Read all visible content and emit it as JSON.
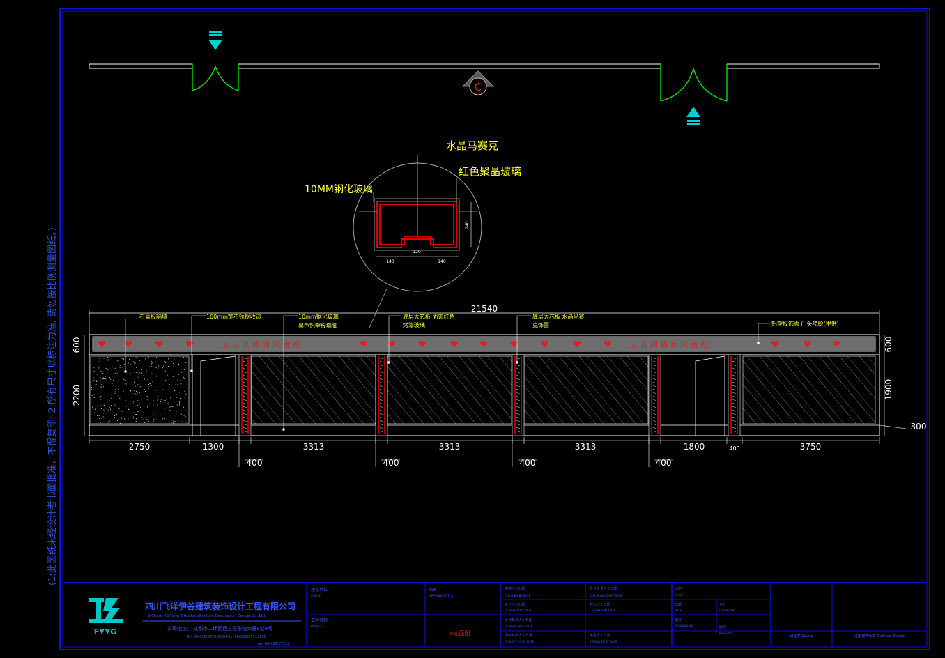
{
  "side_note": "(1:此图纸未经设计者书面批准，不得复印; 2:所有尺寸以标注为准, 请勿按比例测量图纸。)",
  "section_marker": "C",
  "detail_callouts": {
    "top": "水晶马赛克",
    "right": "红色聚晶玻璃",
    "left": "10MM钢化玻璃",
    "dims": [
      "140",
      "120",
      "140",
      "240"
    ]
  },
  "elevation": {
    "overall_width": "21540",
    "left_heights": [
      "600",
      "2200"
    ],
    "right_heights": [
      "600",
      "1900",
      "300"
    ],
    "band_text": [
      "五  吉  网  络  休  闲  会  所",
      "五  吉  网  络  休  闲  会  所"
    ],
    "notes": [
      {
        "lines": [
          "石膏板隔墙"
        ]
      },
      {
        "lines": [
          "100mm宽不锈钢收边"
        ]
      },
      {
        "lines": [
          "10mm钢化玻璃",
          "黑色铝塑板墙脚"
        ]
      },
      {
        "lines": [
          "底层大芯板  面饰红色",
          "烤漆玻璃"
        ]
      },
      {
        "lines": [
          "底层大芯板  水晶马赛",
          "克饰面"
        ]
      },
      {
        "lines": [
          "铝塑板饰面  门头喷绘(甲供)"
        ]
      }
    ],
    "bottom_dims": [
      "2750",
      "1300",
      "3313",
      "3313",
      "3313",
      "1800",
      "400",
      "3750"
    ],
    "column_dims": [
      "400",
      "400",
      "400",
      "400"
    ]
  },
  "title_block": {
    "company_cn": "四川飞洋伊谷建筑装饰设计工程有限公司",
    "company_en": "SiChuan FeiYang YiGu Architecture Decoration Design Co.,Ltd",
    "logo_text": "FYYG",
    "address": "公司地址：  成都市二环路西三段永陵大厦8楼8号",
    "tel": "Tel: 86(028)87506850   Fax: 86(028)87513268",
    "tel2": "Ad: 86(028)87512",
    "project_label": "工程名称",
    "project_sub": "PROJECT",
    "content_label": "图名",
    "content_sub": "DRAWING TITLE",
    "drawing_title": "c立面图",
    "client_label": "建设单位",
    "client_sub": "CLIENT",
    "cells": [
      "审核人 / 日期",
      "CHECKED BY    DATE",
      "设计人 / 日期",
      "DESIGNED BY   DATE",
      "设计负责人 / 日期",
      "DESIGN CHIEF  DATE",
      "项目负责人 / 日期",
      "PROJECT CHIEF  DATE",
      "专业负责人 / 日期",
      "DISCIPLINE CHIEF  DATE",
      "校对人 / 日期",
      "CHECKED BY  DATE",
      "审定人 / 日期",
      "APPROVED BY  DATE"
    ],
    "right_cells": [
      "比例",
      "SCALE",
      "日期",
      "DATE",
      "图号",
      "DRAWING NO.",
      "专业",
      "DISCIPLINE",
      "版次",
      "REVISION"
    ],
    "footer_left": "出图章 Stamp",
    "footer_right": "注册建筑师章 Architect Stamp"
  },
  "colors": {
    "border": "#1010d0",
    "line": "#ffffff",
    "door": "#00e600",
    "detail_red": "#e00000",
    "label_yellow": "#ffff33",
    "cyan": "#00d0d0",
    "band": "#6e6e6e",
    "heart": "#e02020"
  }
}
